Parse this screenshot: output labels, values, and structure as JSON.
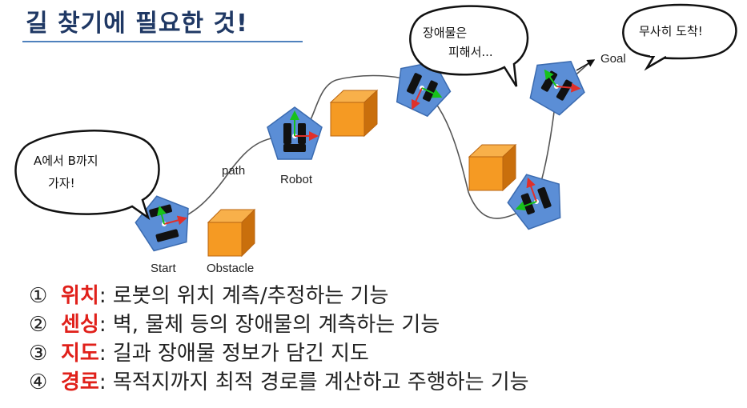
{
  "title": "길 찾기에 필요한 것!",
  "diagram": {
    "labels": {
      "start": "Start",
      "obstacle": "Obstacle",
      "path": "path",
      "robot": "Robot",
      "goal": "Goal"
    },
    "bubbles": {
      "left_line1": "A에서 B까지",
      "left_line2": "가자!",
      "middle_line1": "장애물은",
      "middle_line2": "피해서...",
      "right": "무사히 도착!"
    },
    "colors": {
      "robot_fill": "#5b8ed6",
      "robot_stroke": "#3b6bb0",
      "obstacle_front": "#f59a23",
      "obstacle_side": "#c96f0c",
      "obstacle_top": "#f8b04a",
      "arrow_x": "#e0302a",
      "arrow_y": "#17c21a",
      "title": "#1f3864",
      "keyword": "#e0201a"
    }
  },
  "items": [
    {
      "number": "①",
      "keyword": "위치",
      "text": ": 로봇의 위치 계측/추정하는 기능"
    },
    {
      "number": "②",
      "keyword": "센싱",
      "text": ": 벽, 물체 등의 장애물의 계측하는 기능"
    },
    {
      "number": "③",
      "keyword": "지도",
      "text": ": 길과 장애물 정보가 담긴 지도"
    },
    {
      "number": "④",
      "keyword": "경로",
      "text": ": 목적지까지 최적 경로를 계산하고 주행하는 기능"
    }
  ]
}
